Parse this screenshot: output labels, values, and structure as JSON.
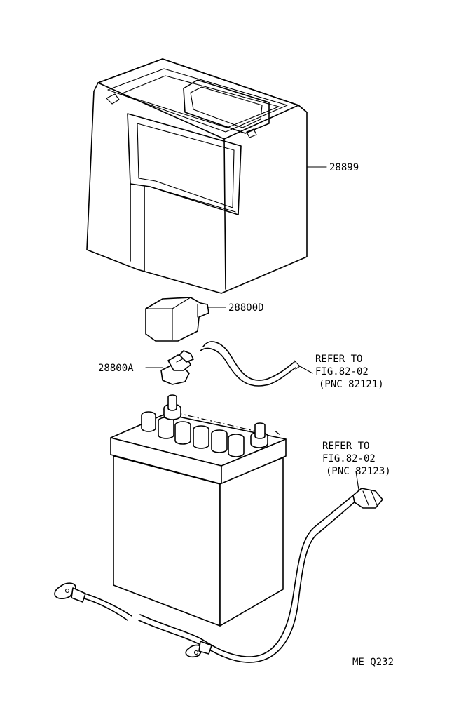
{
  "parts": {
    "battery_box": "28899",
    "terminal_cover": "28800D",
    "terminal_cap": "28800A"
  },
  "references": {
    "upper": {
      "line1": "REFER TO",
      "line2": "FIG.82-02",
      "line3": "(PNC 82121)"
    },
    "lower": {
      "line1": "REFER TO",
      "line2": "FIG.82-02",
      "line3": "(PNC 82123)"
    }
  },
  "figure_code": "ME Q232"
}
